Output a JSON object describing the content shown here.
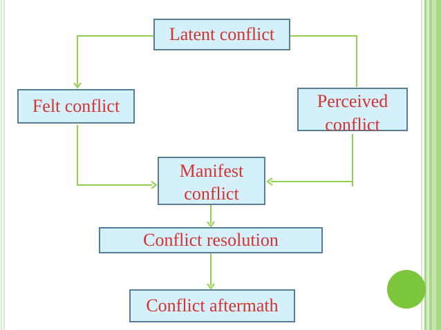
{
  "page": {
    "kind": "presentation-slide-flowchart",
    "background": "#ffffff"
  },
  "colors": {
    "box_fill": "#d4f0fa",
    "box_border": "#567d92",
    "text_red": "#d33230",
    "connector_green": "#92d050",
    "circle_green": "#7cc63c",
    "stripe_pale": "#d7ecca",
    "stripe_medium": "#a8d78a",
    "stripe_light": "#c4e5ab"
  },
  "diagram": {
    "type": "flowchart",
    "nodes": [
      {
        "id": "latent-conflict",
        "label": "Latent conflict"
      },
      {
        "id": "felt-conflict",
        "label": "Felt conflict"
      },
      {
        "id": "perceived-conflict",
        "label": "Perceived conflict"
      },
      {
        "id": "manifest-conflict",
        "label": "Manifest conflict"
      },
      {
        "id": "conflict-resolution",
        "label": "Conflict resolution"
      },
      {
        "id": "conflict-aftermath",
        "label": "Conflict aftermath"
      }
    ],
    "edges": [
      {
        "from": "Latent conflict",
        "to": "Felt conflict",
        "style": "elbow",
        "arrowhead": true
      },
      {
        "from": "Latent conflict",
        "to": "Perceived conflict",
        "style": "elbow",
        "arrowhead": false
      },
      {
        "from": "Felt conflict",
        "to": "Manifest conflict",
        "style": "elbow",
        "arrowhead": true
      },
      {
        "from": "Perceived conflict",
        "to": "Manifest conflict",
        "style": "elbow",
        "arrowhead": true
      },
      {
        "from": "Manifest conflict",
        "to": "Conflict resolution",
        "style": "straight",
        "arrowhead": true
      },
      {
        "from": "Conflict resolution",
        "to": "Conflict aftermath",
        "style": "straight",
        "arrowhead": true
      }
    ]
  }
}
